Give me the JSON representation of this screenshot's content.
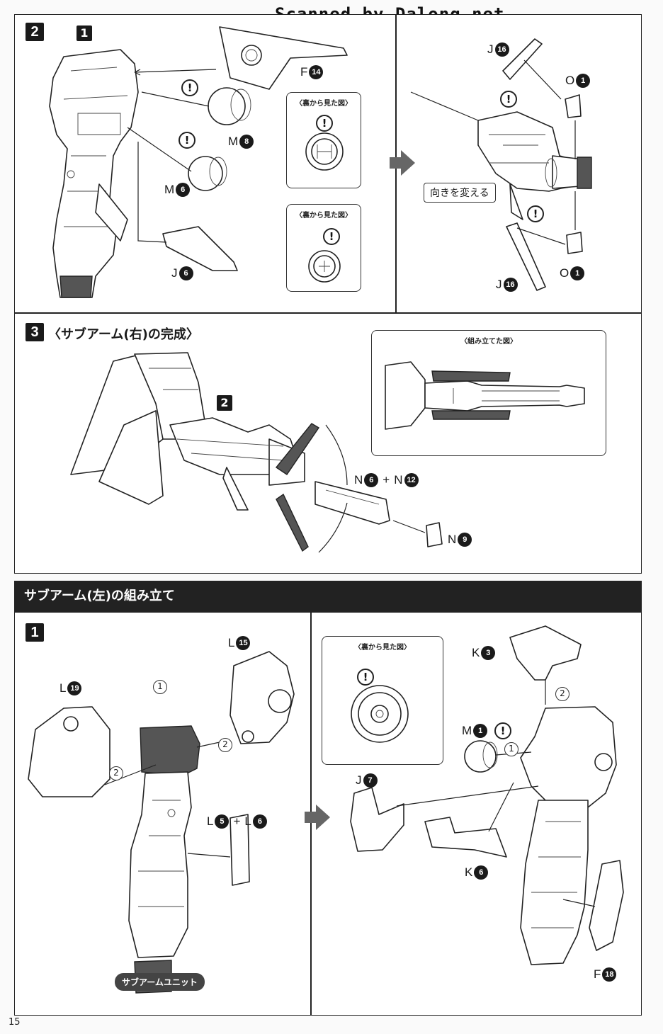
{
  "watermark": "Scanned by Dalong.net",
  "page_number": "15",
  "step2": {
    "number": "2",
    "sub_step": "1",
    "parts": {
      "f14": {
        "letter": "F",
        "num": "14"
      },
      "m8": {
        "letter": "M",
        "num": "8"
      },
      "m6": {
        "letter": "M",
        "num": "6"
      },
      "j6": {
        "letter": "J",
        "num": "6"
      },
      "j16_top": {
        "letter": "J",
        "num": "16"
      },
      "o1_top": {
        "letter": "O",
        "num": "1"
      },
      "j16_bottom": {
        "letter": "J",
        "num": "16"
      },
      "o1_bottom": {
        "letter": "O",
        "num": "1"
      }
    },
    "callout_back_view_1": "〈裏から見た図〉",
    "callout_back_view_2": "〈裏から見た図〉",
    "orientation_note": "向きを変える"
  },
  "step3": {
    "number": "3",
    "title": "〈サブアーム(右)の完成〉",
    "sub_step": "2",
    "parts": {
      "n6": {
        "letter": "N",
        "num": "6"
      },
      "n12": {
        "letter": "N",
        "num": "12"
      },
      "n9": {
        "letter": "N",
        "num": "9"
      }
    },
    "callout_assembled": "〈組み立てた図〉"
  },
  "section_left_arm": {
    "title": "サブアーム(左)の組み立て",
    "step": "1",
    "parts": {
      "l15": {
        "letter": "L",
        "num": "15"
      },
      "l19": {
        "letter": "L",
        "num": "19"
      },
      "l5": {
        "letter": "L",
        "num": "5"
      },
      "l6": {
        "letter": "L",
        "num": "6"
      },
      "k3": {
        "letter": "K",
        "num": "3"
      },
      "m1": {
        "letter": "M",
        "num": "1"
      },
      "j7": {
        "letter": "J",
        "num": "7"
      },
      "k6": {
        "letter": "K",
        "num": "6"
      },
      "f18": {
        "letter": "F",
        "num": "18"
      }
    },
    "callout_back_view": "〈裏から見た図〉",
    "unit_label": "サブアームユニット",
    "order_marks": {
      "one": "1",
      "two": "2"
    }
  }
}
